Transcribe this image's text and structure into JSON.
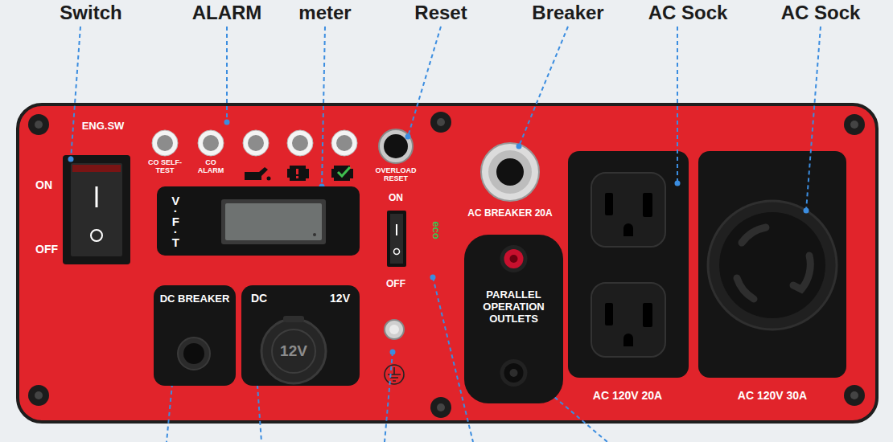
{
  "diagram": {
    "nodes": [
      {
        "text": [
          "V·F·T"
        ]
      },
      {
        "text": [
          "DC BREAKER"
        ]
      },
      {
        "text": [
          "DC",
          "12V",
          "12V"
        ]
      },
      {
        "text": [
          "PARALLEL OPERATION OUTLETS"
        ]
      }
    ],
    "labels": [
      "Switch",
      "ALARM",
      "meter",
      "Reset",
      "Breaker",
      "AC Sock",
      "AC Sock",
      "ENG.SW",
      "ON",
      "OFF",
      "CO SELF-TEST",
      "CO ALARM",
      "OVERLOAD RESET",
      "AC BREAKER 20A",
      "ON",
      "OFF",
      "eco",
      "AC 120V 20A",
      "AC 120V 30A"
    ]
  }
}
